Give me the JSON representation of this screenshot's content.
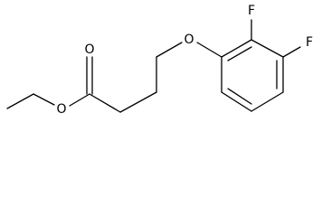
{
  "structure": {
    "atoms": {
      "carbonyl_oxygen": "O",
      "ester_oxygen": "O",
      "ether_oxygen": "O",
      "fluorine_2": "F",
      "fluorine_3": "F"
    }
  }
}
